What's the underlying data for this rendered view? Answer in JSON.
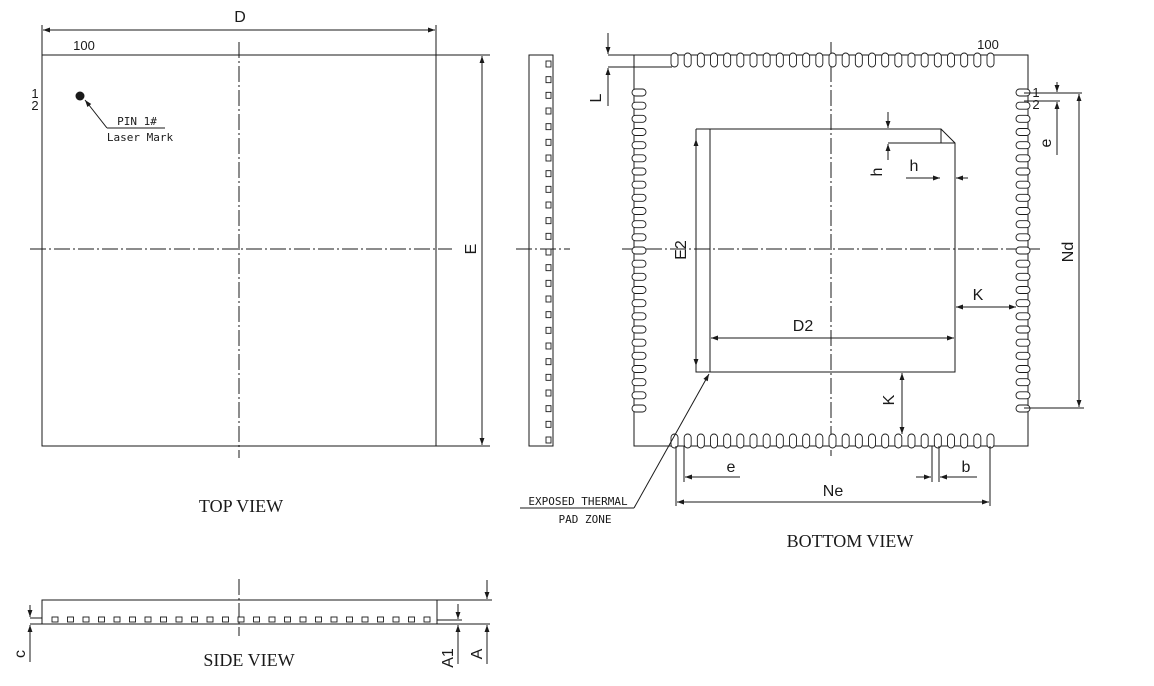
{
  "views": {
    "top": "TOP VIEW",
    "bottom": "BOTTOM VIEW",
    "side": "SIDE VIEW"
  },
  "dims": {
    "D": "D",
    "E": "E",
    "D2": "D2",
    "E2": "E2",
    "L": "L",
    "e": "e",
    "b": "b",
    "h": "h",
    "K": "K",
    "Nd": "Nd",
    "Ne": "Ne",
    "A": "A",
    "A1": "A1",
    "c": "c"
  },
  "pins": {
    "p100": "100",
    "p1": "1",
    "p2": "2"
  },
  "notes": {
    "pin1": "PIN 1#",
    "laser": "Laser Mark",
    "exposed1": "EXPOSED THERMAL",
    "exposed2": "PAD ZONE"
  }
}
